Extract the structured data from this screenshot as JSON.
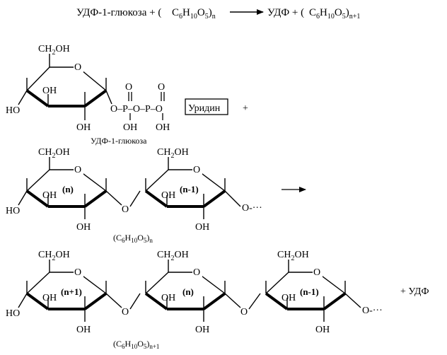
{
  "equation": {
    "left_reactant": "УДФ-1-глюкоза + (",
    "left_polymer": {
      "c": "C",
      "c_sub": "6",
      "h": "H",
      "h_sub": "10",
      "o": "O",
      "o_sub": "5",
      "n": "n"
    },
    "right_udp": "УДФ + (",
    "right_polymer": {
      "c": "C",
      "c_sub": "6",
      "h": "H",
      "h_sub": "10",
      "o": "O",
      "o_sub": "5",
      "n": "n+1"
    }
  },
  "udp_glucose": {
    "ch2oh": "CH",
    "ch2oh_sub": "2",
    "ch2oh_tail": "OH",
    "oh_left": "HO",
    "oh_mid": "OH",
    "oh_bottom": "OH",
    "phosphate_chain": "O–P–O–P–O",
    "p1_top_o": "O",
    "p2_top_o": "O",
    "p1_oh": "OH",
    "p2_oh": "OH",
    "uridine": "Уридин",
    "plus": "+",
    "caption": "УДФ-1-глюкоза"
  },
  "polymer_n": {
    "unit1_label": "(n)",
    "unit2_label": "(n-1)",
    "chain_end": "O-···",
    "caption": {
      "c": "C",
      "c_sub": "6",
      "h": "H",
      "h_sub": "10",
      "o": "O",
      "o_sub": "5",
      "n": "n"
    }
  },
  "polymer_n1": {
    "unit1_label": "(n+1)",
    "unit2_label": "(n)",
    "unit3_label": "(n-1)",
    "chain_end": "O-···",
    "product_udp": "+ УДФ",
    "caption": {
      "c": "C",
      "c_sub": "6",
      "h": "H",
      "h_sub": "10",
      "o": "O",
      "o_sub": "5",
      "n": "n+1"
    }
  },
  "common": {
    "ring_o": "O",
    "ch2oh": "CH",
    "ch2oh_sub": "2",
    "ch2oh_tail": "OH",
    "ho": "HO",
    "oh": "OH",
    "bridge_o": "O"
  }
}
